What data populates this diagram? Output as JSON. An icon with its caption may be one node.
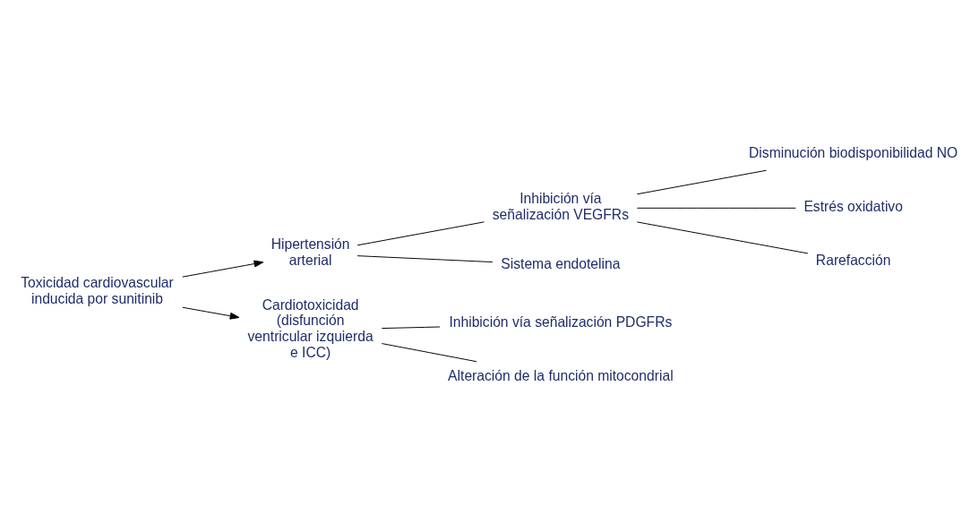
{
  "diagram": {
    "nodes": [
      {
        "text": [
          "Toxicidad cardiovascular inducida por sunitinib"
        ]
      },
      {
        "text": [
          "Hipertensión arterial"
        ]
      },
      {
        "text": [
          "Inhibición vía señalización VEGFRs"
        ]
      },
      {
        "text": [
          "Disminución biodisponibilidad NO"
        ]
      },
      {
        "text": [
          "Estrés oxidativo"
        ]
      },
      {
        "text": [
          "Rarefacción"
        ]
      },
      {
        "text": [
          "Sistema endotelina"
        ]
      },
      {
        "text": [
          "Cardiotoxicidad (disfunción ventricular izquierda e ICC)"
        ]
      },
      {
        "text": [
          "Inhibición vía señalización PDGFRs"
        ]
      },
      {
        "text": [
          "Alteración de la función mitocondrial"
        ]
      }
    ],
    "edges": [
      {
        "from": 0,
        "to": 1,
        "arrow": "to"
      },
      {
        "from": 0,
        "to": 7,
        "arrow": "to"
      },
      {
        "from": 1,
        "to": 2,
        "arrow": "none"
      },
      {
        "from": 1,
        "to": 6,
        "arrow": "none"
      },
      {
        "from": 2,
        "to": 3,
        "arrow": "none"
      },
      {
        "from": 2,
        "to": 4,
        "arrow": "none"
      },
      {
        "from": 2,
        "to": 5,
        "arrow": "none"
      },
      {
        "from": 7,
        "to": 8,
        "arrow": "none"
      },
      {
        "from": 7,
        "to": 9,
        "arrow": "none"
      }
    ]
  }
}
